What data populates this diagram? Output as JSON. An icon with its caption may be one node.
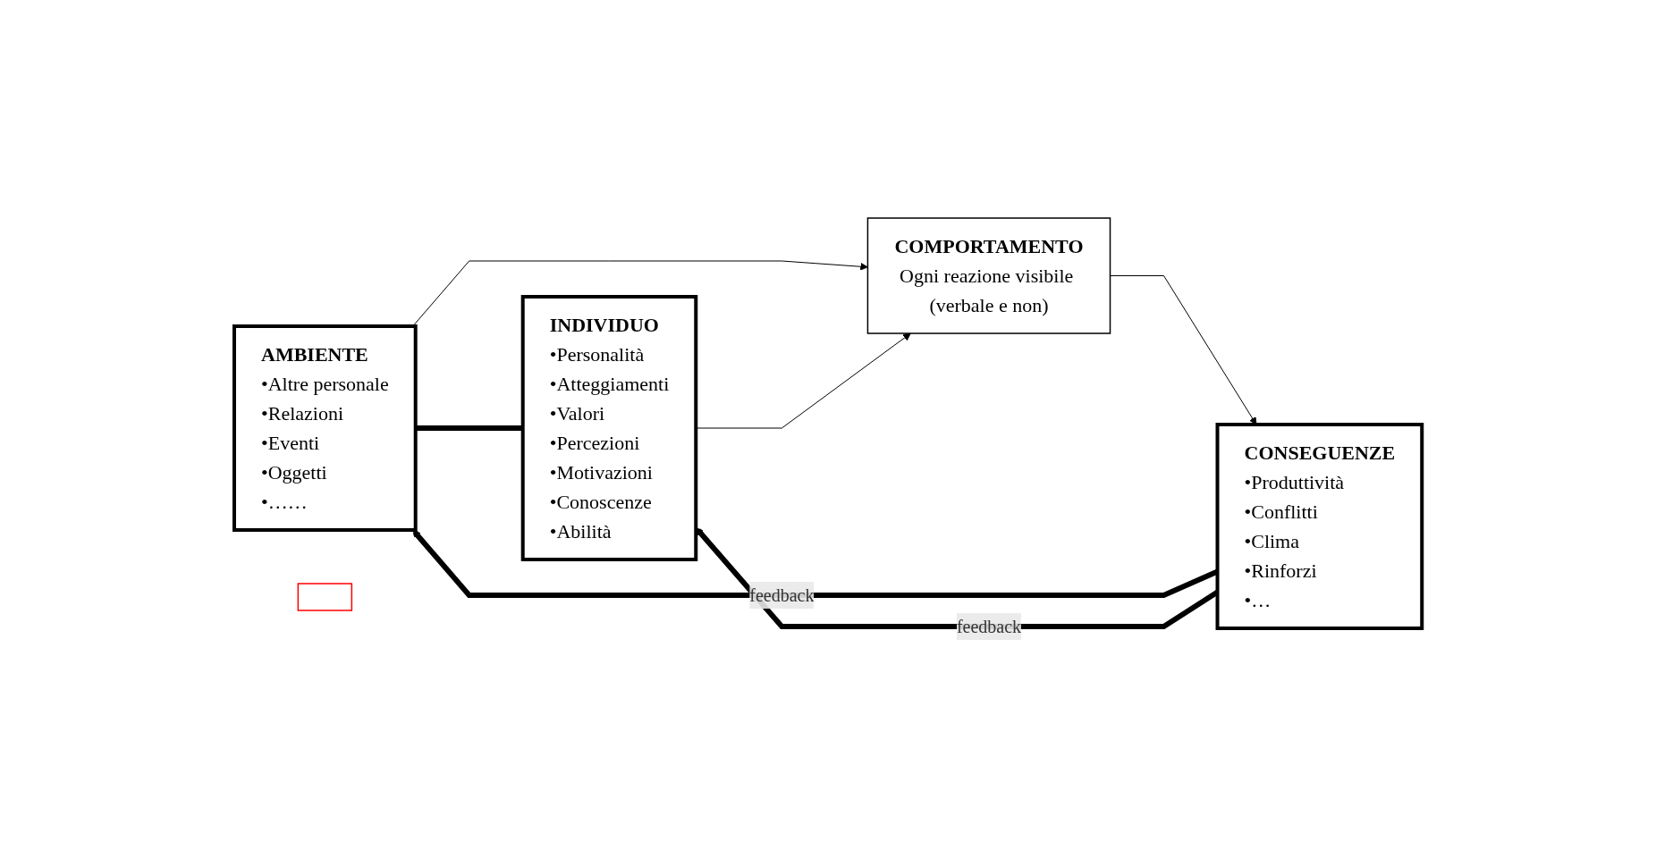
{
  "diagram": {
    "nodes": [
      {
        "text": [
          "AMBIENTE",
          "•Altre personale",
          "•Relazioni",
          "•Eventi",
          "•Oggetti",
          "•……"
        ]
      },
      {
        "text": [
          "INDIVIDUO",
          "•Personalità",
          "•Atteggiamenti",
          "•Valori",
          "•Percezioni",
          "•Motivazioni",
          "•Conoscenze",
          "•Abilità"
        ]
      },
      {
        "text": [
          "COMPORTAMENTO",
          "Ogni reazione visibile (verbale e non)"
        ]
      },
      {
        "text": [
          "CONSEGUENZE",
          "•Produttività",
          "•Conflitti",
          "•Clima",
          "•Rinforzi",
          "•…"
        ]
      },
      {
        "text": [],
        "shape": "box"
      }
    ],
    "edges": [
      {
        "from": 0,
        "to": 1,
        "arrow": "none",
        "style": "thick"
      },
      {
        "from": 0,
        "to": 2,
        "arrow": "to"
      },
      {
        "from": 1,
        "to": 2,
        "arrow": "to"
      },
      {
        "from": 2,
        "to": 3,
        "arrow": "to"
      },
      {
        "from": 3,
        "to": 0,
        "arrow": "to",
        "label": "feedback",
        "style": "thick"
      },
      {
        "from": 3,
        "to": 1,
        "arrow": "to",
        "label": "feedback",
        "style": "thick"
      }
    ]
  }
}
